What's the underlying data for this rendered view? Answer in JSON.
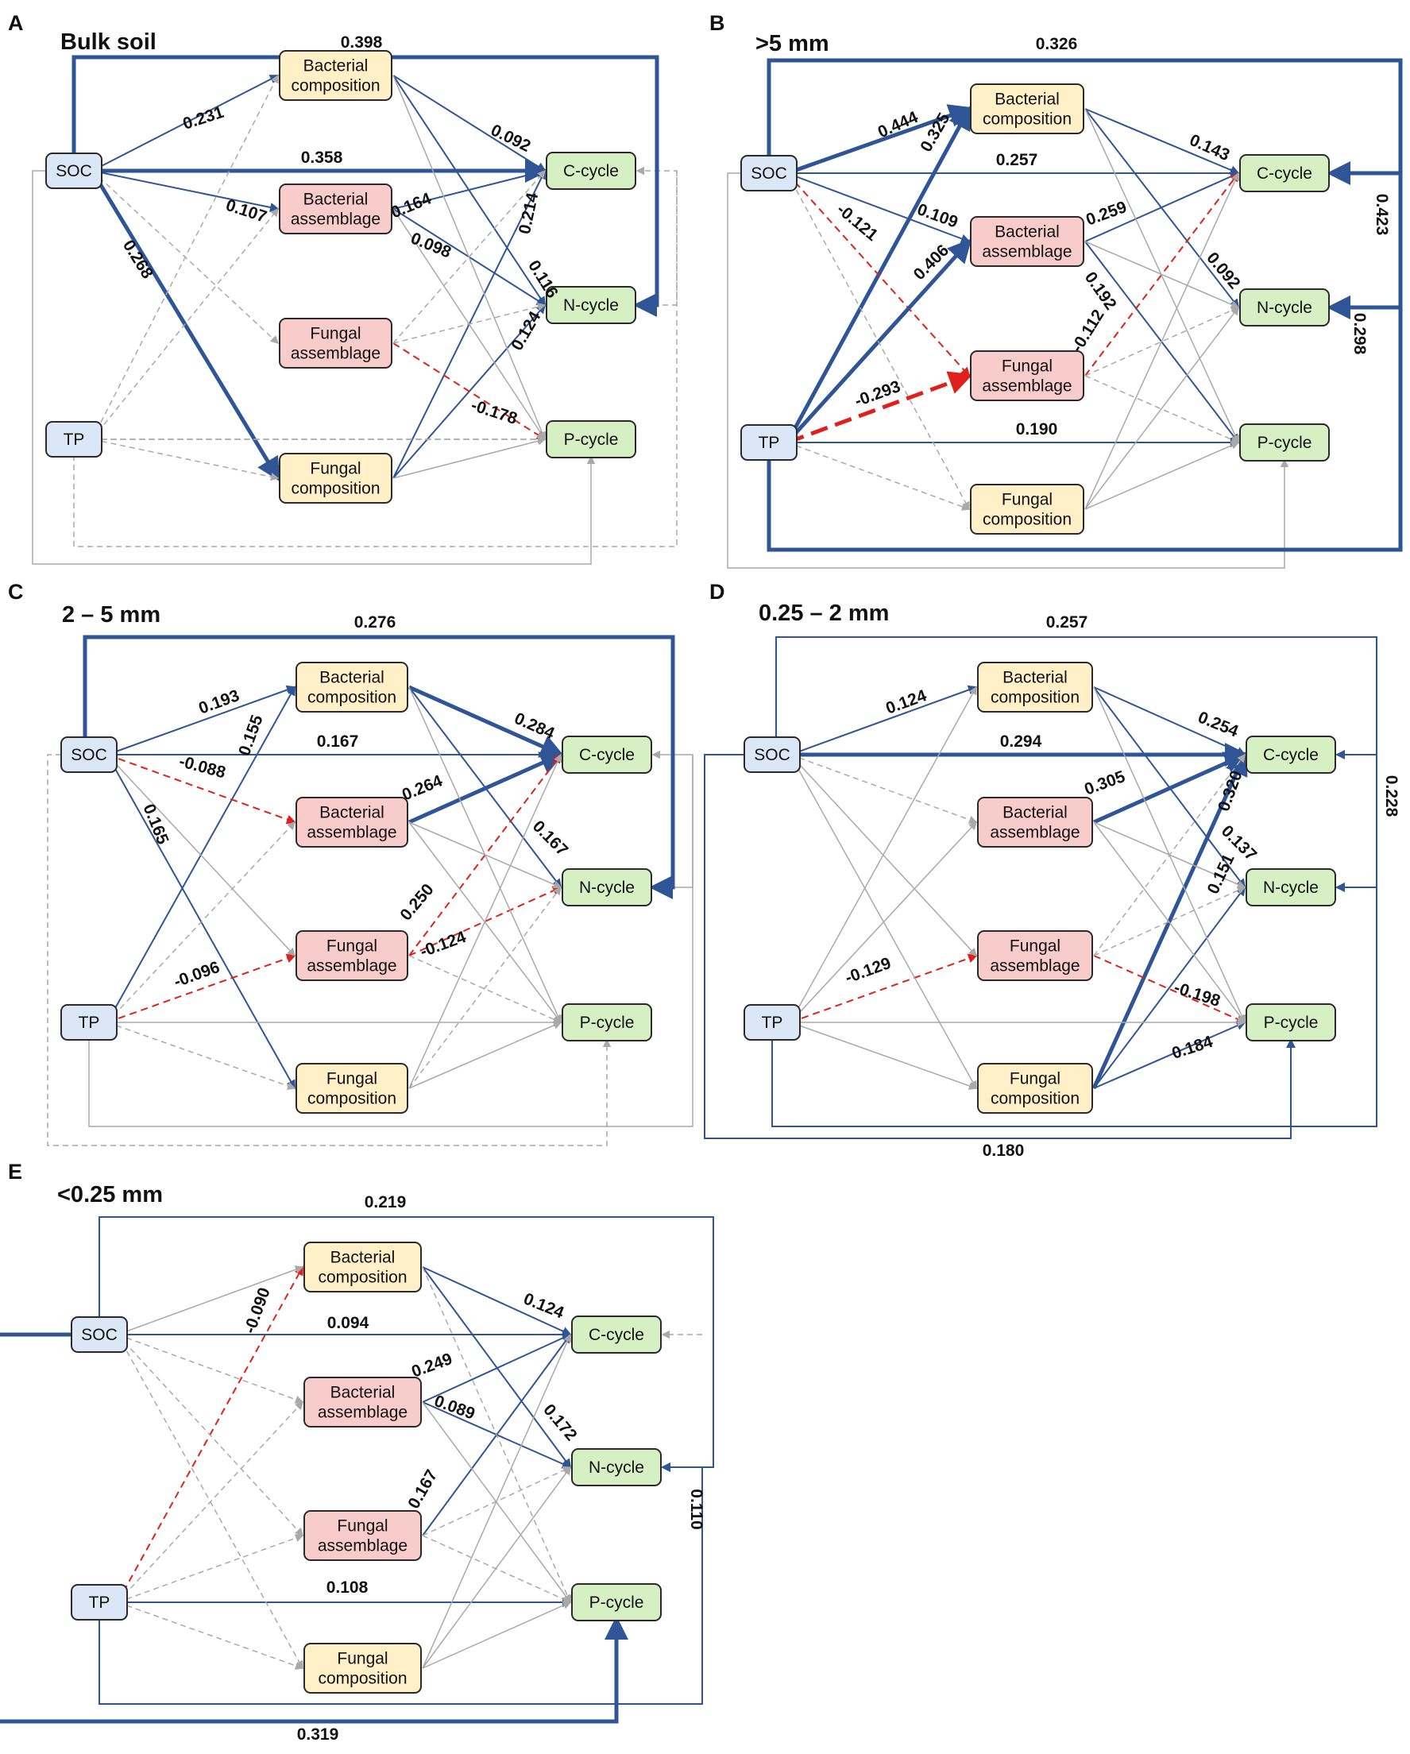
{
  "colors": {
    "predictor_fill": "#dbe7f6",
    "composition_fill": "#fff0c7",
    "assemblage_fill": "#f9cccc",
    "cycle_fill": "#d6f0c4",
    "positive": "#2f5597",
    "negative": "#e0201c",
    "nonsig": "#a9a9a9"
  },
  "nodes": {
    "soc": "SOC",
    "tp": "TP",
    "bact_comp": [
      "Bacterial",
      "composition"
    ],
    "bact_asm": [
      "Bacterial",
      "assemblage"
    ],
    "fung_asm": [
      "Fungal",
      "assemblage"
    ],
    "fung_comp": [
      "Fungal",
      "composition"
    ],
    "c_cycle": "C-cycle",
    "n_cycle": "N-cycle",
    "p_cycle": "P-cycle"
  },
  "panels": [
    {
      "letter": "A",
      "title": "Bulk soil",
      "coefficients": [
        "0.398",
        "0.231",
        "0.358",
        "0.268",
        "0.107",
        "0.164",
        "0.098",
        "0.092",
        "0.214",
        "0.116",
        "0.124",
        "-0.178"
      ]
    },
    {
      "letter": "B",
      "title": ">5 mm",
      "coefficients": [
        "0.326",
        "0.444",
        "0.325",
        "0.257",
        "-0.121",
        "0.109",
        "0.406",
        "-0.293",
        "0.190",
        "0.143",
        "0.259",
        "0.092",
        "0.192",
        "-0.112",
        "0.423",
        "0.298"
      ]
    },
    {
      "letter": "C",
      "title": "2 – 5 mm",
      "coefficients": [
        "0.276",
        "0.193",
        "0.155",
        "0.167",
        "-0.088",
        "0.165",
        "-0.096",
        "0.284",
        "0.264",
        "0.167",
        "0.250",
        "-0.124"
      ]
    },
    {
      "letter": "D",
      "title": "0.25 – 2 mm",
      "coefficients": [
        "0.257",
        "0.124",
        "0.294",
        "0.254",
        "0.305",
        "0.320",
        "0.137",
        "0.151",
        "0.228",
        "-0.129",
        "-0.198",
        "0.184",
        "0.180"
      ]
    },
    {
      "letter": "E",
      "title": "<0.25 mm",
      "coefficients": [
        "0.219",
        "-0.090",
        "0.094",
        "0.124",
        "0.249",
        "0.089",
        "0.172",
        "0.167",
        "0.108",
        "0.110",
        "0.319"
      ]
    }
  ]
}
